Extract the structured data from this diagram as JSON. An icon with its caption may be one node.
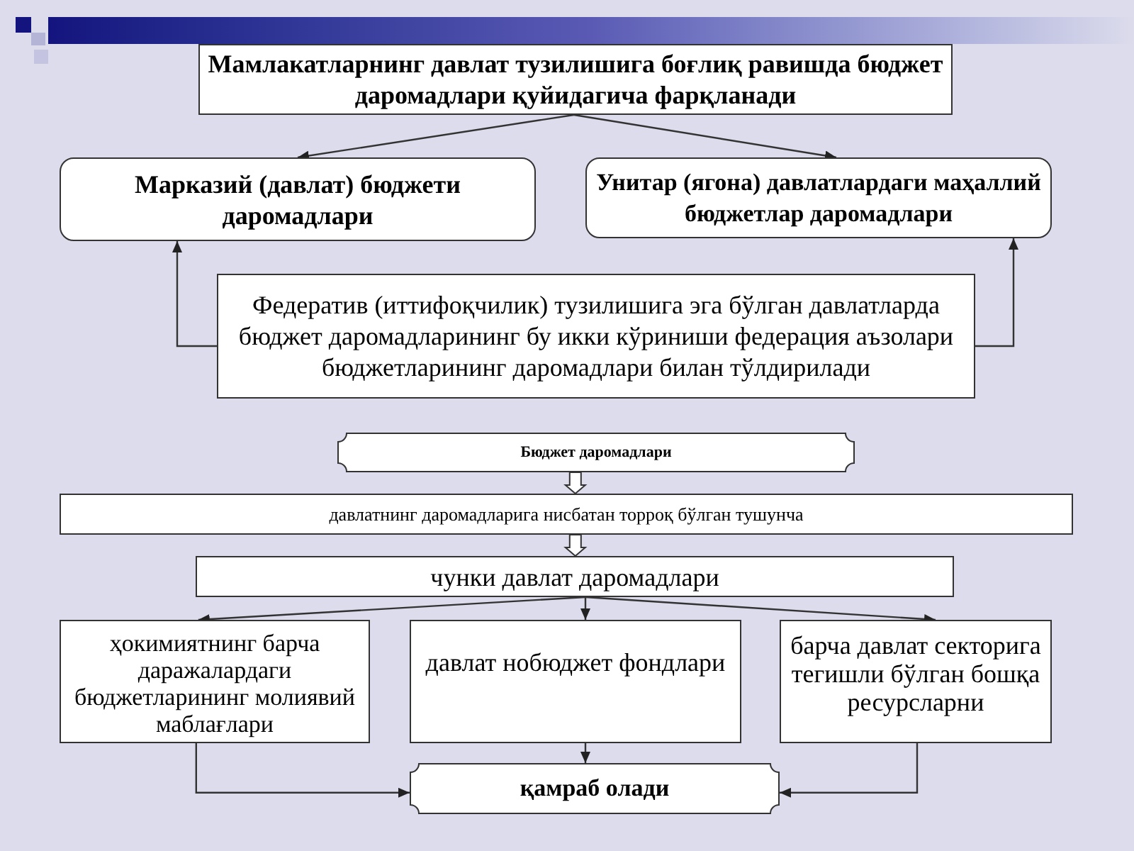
{
  "diagram": {
    "nodes": [
      {
        "text": [
          "Мамлакатларнинг давлат тузилишига боғлиқ равишда бюджет даромадлари қуйидагича фарқланади"
        ]
      },
      {
        "text": [
          "Марказий (давлат) бюджети даромадлари"
        ]
      },
      {
        "text": [
          "Унитар (ягона) давлатлардаги маҳаллий бюджетлар даромадлари"
        ]
      },
      {
        "text": [
          "Федератив (иттифоқчилик) тузилишига эга бўлган давлатларда бюджет даромадларининг бу икки кўриниши федерация аъзолари бюджетларининг даромадлари билан тўлдирилади"
        ]
      },
      {
        "text": [
          "Бюджет даромадлари"
        ]
      },
      {
        "text": [
          "давлатнинг даромадларига нисбатан торроқ бўлган тушунча"
        ]
      },
      {
        "text": [
          "чунки давлат даромадлари"
        ]
      },
      {
        "text": [
          "ҳокимиятнинг барча даражалардаги бюджетларининг молиявий маблағлари"
        ]
      },
      {
        "text": [
          "давлат нобюджет фондлари"
        ]
      },
      {
        "text": [
          "барча давлат секторига тегишли бўлган бошқа ресурсларни"
        ]
      },
      {
        "text": [
          "қамраб олади"
        ]
      }
    ],
    "edges": [
      {
        "from": 0,
        "to": 1,
        "arrow": "to"
      },
      {
        "from": 0,
        "to": 2,
        "arrow": "to"
      },
      {
        "from": 3,
        "to": 1,
        "arrow": "to"
      },
      {
        "from": 3,
        "to": 2,
        "arrow": "to"
      },
      {
        "from": 4,
        "to": 5,
        "arrow": "to",
        "style": "thick"
      },
      {
        "from": 5,
        "to": 6,
        "arrow": "to",
        "style": "thick"
      },
      {
        "from": 6,
        "to": 7,
        "arrow": "to"
      },
      {
        "from": 6,
        "to": 8,
        "arrow": "to"
      },
      {
        "from": 6,
        "to": 9,
        "arrow": "to"
      },
      {
        "from": 7,
        "to": 10,
        "arrow": "to"
      },
      {
        "from": 8,
        "to": 10,
        "arrow": "to"
      },
      {
        "from": 9,
        "to": 10,
        "arrow": "to"
      }
    ]
  }
}
